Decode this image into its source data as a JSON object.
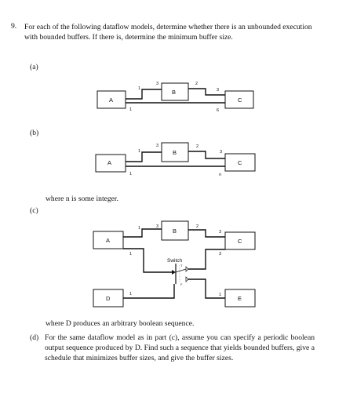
{
  "problem": {
    "number": "9.",
    "text": "For each of the following dataflow models, determine whether there is an unbounded execution with bounded buffers. If there is, determine the minimum buffer size."
  },
  "parts": {
    "a": {
      "label": "(a)"
    },
    "b": {
      "label": "(b)",
      "note": "where n is some integer."
    },
    "c": {
      "label": "(c)",
      "note": "where D produces an arbitrary boolean sequence."
    },
    "d": {
      "label": "(d)",
      "text": "For the same dataflow model as in part (c), assume you can specify a periodic boolean output sequence produced by D. Find such a sequence that yields bounded buffers, give a schedule that minimizes buffer sizes, and give the buffer sizes."
    }
  },
  "diagram_a": {
    "actors": {
      "A": "A",
      "B": "B",
      "C": "C"
    },
    "rates": {
      "a_to_b_out": "1",
      "a_to_b_in": "3",
      "b_to_c_out": "2",
      "b_to_c_in": "3",
      "a_to_c_out": "1",
      "a_to_c_in": "6"
    }
  },
  "diagram_b": {
    "actors": {
      "A": "A",
      "B": "B",
      "C": "C"
    },
    "rates": {
      "a_to_b_out": "1",
      "a_to_b_in": "3",
      "b_to_c_out": "2",
      "b_to_c_in": "3",
      "a_to_c_out": "1",
      "a_to_c_in": "n"
    }
  },
  "diagram_c": {
    "actors": {
      "A": "A",
      "B": "B",
      "C": "C",
      "D": "D",
      "E": "E"
    },
    "switch_label": "Switch",
    "switch_true": "T",
    "switch_false": "F",
    "rates": {
      "a_to_b_out": "1",
      "a_to_b_in": "3",
      "b_to_c_out": "2",
      "b_to_c_in": "3",
      "a_to_switch": "1",
      "switch_to_c": "3",
      "d_to_switch": "1",
      "switch_to_e": "1"
    }
  }
}
